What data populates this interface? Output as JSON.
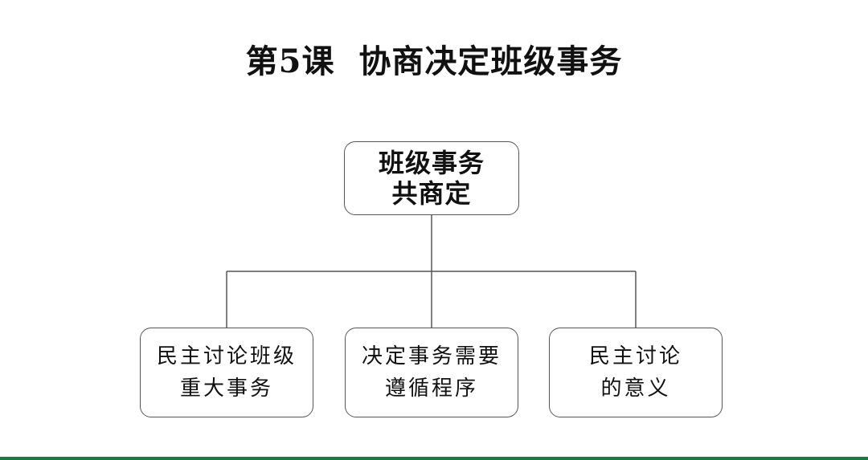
{
  "title": "第5课  协商决定班级事务",
  "root": {
    "line1": "班级事务",
    "line2": "共商定"
  },
  "children": [
    {
      "line1": "民主讨论班级",
      "line2": "重大事务"
    },
    {
      "line1": "决定事务需要",
      "line2": "遵循程序"
    },
    {
      "line1": "民主讨论",
      "line2": "的意义"
    }
  ],
  "colors": {
    "background": "#ffffff",
    "text": "#111111",
    "box_border": "#555555",
    "connector": "#555555",
    "bottom_bar": "#1e7a3c"
  }
}
